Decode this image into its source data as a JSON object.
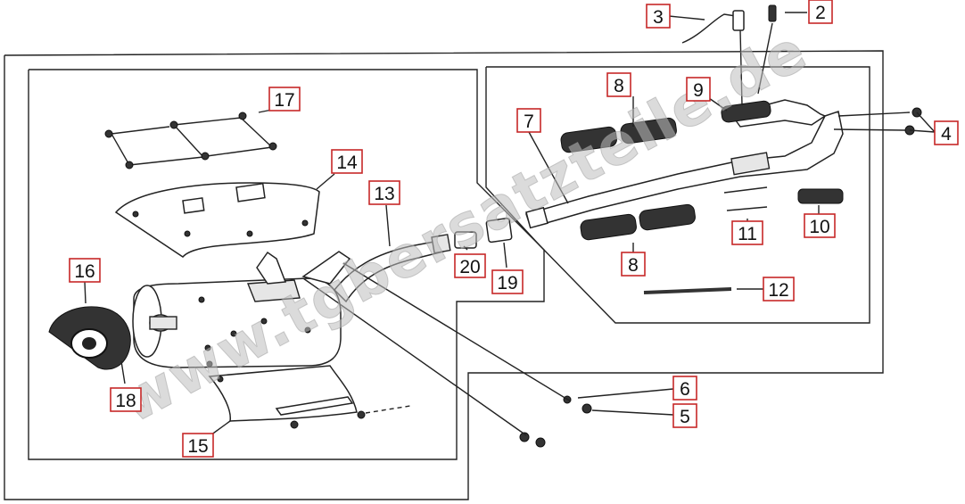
{
  "labels": {
    "l1": "2",
    "l2": "3",
    "l3": "4",
    "l4": "5",
    "l5": "6",
    "l6": "7",
    "l7": "8",
    "l8": "8",
    "l9": "9",
    "l10": "10",
    "l11": "11",
    "l12": "12",
    "l13": "13",
    "l14": "14",
    "l15": "15",
    "l16": "16",
    "l17": "17",
    "l18": "18",
    "l19": "19",
    "l20": "20"
  },
  "watermark": "www.tgbersatzteile.de"
}
